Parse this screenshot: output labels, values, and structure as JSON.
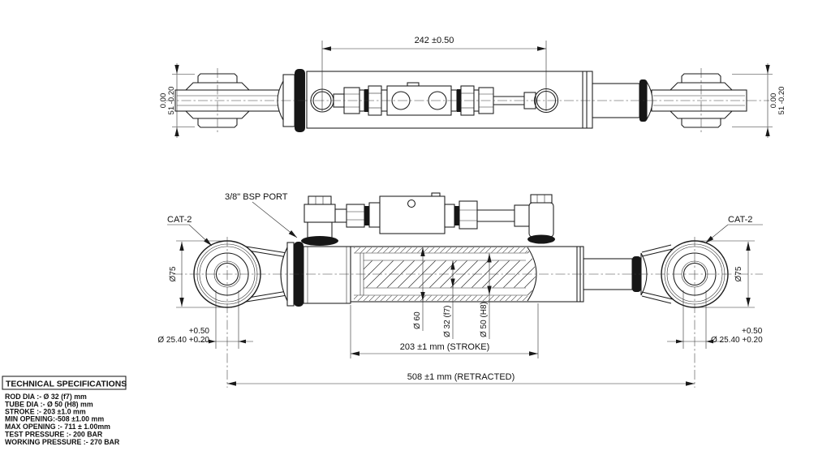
{
  "top_view": {
    "dim_length": "242 ±0.50",
    "dim_width_left": {
      "upper": "0.00",
      "lower": "51 -0.20"
    },
    "dim_width_right": {
      "upper": "0.00",
      "lower": "51 -0.20"
    }
  },
  "front_view": {
    "port_label": "3/8\" BSP PORT",
    "cat_label_left": "CAT-2",
    "cat_label_right": "CAT-2",
    "eye_dia_left": "Ø75",
    "eye_dia_right": "Ø75",
    "bore_tol_left": "+0.50",
    "bore_dia_left": "Ø 25.40 +0.20",
    "bore_tol_right": "+0.50",
    "bore_dia_right": "Ø 25.40 +0.20",
    "tube_od": "Ø 60",
    "rod_dia": "Ø 32 (f7)",
    "bore_dia": "Ø 50 (H8)",
    "dim_stroke": "203 ±1 mm (STROKE)",
    "dim_retracted": "508 ±1 mm (RETRACTED)"
  },
  "spec_table": {
    "title": "TECHNICAL SPECIFICATIONS",
    "rows": [
      "ROD DIA :- Ø 32 (f7) mm",
      "TUBE DIA :- Ø 50 (H8) mm",
      "STROKE :- 203 ±1.0 mm",
      "MIN OPENING:-508 ±1.00 mm",
      "MAX OPENING :- 711 ± 1.00mm",
      "TEST PRESSURE :- 200 BAR",
      "WORKING PRESSURE :- 270 BAR"
    ]
  }
}
